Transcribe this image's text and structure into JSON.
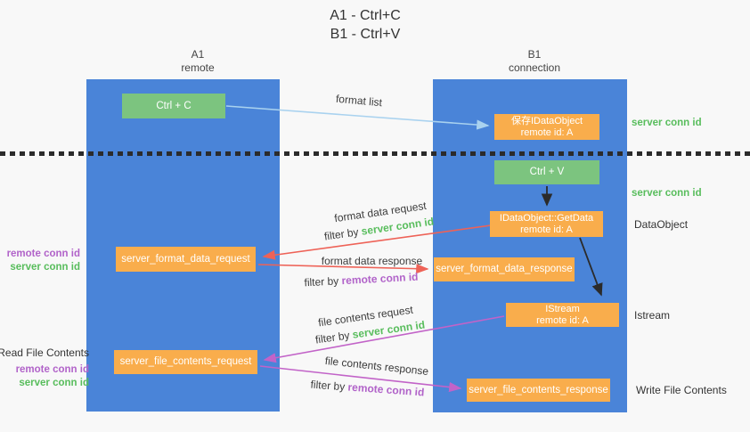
{
  "title": {
    "line1": "A1 - Ctrl+C",
    "line2": "B1 - Ctrl+V"
  },
  "lanes": {
    "a1": {
      "name": "A1",
      "subtitle": "remote"
    },
    "b1": {
      "name": "B1",
      "subtitle": "connection"
    }
  },
  "nodes": {
    "ctrl_c": {
      "label": "Ctrl + C"
    },
    "ctrl_v": {
      "label": "Ctrl + V"
    },
    "save_dataobject": {
      "line1": "保存IDataObject",
      "line2": "remote id: A"
    },
    "getdata": {
      "line1": "IDataObject::GetData",
      "line2": "remote id: A"
    },
    "istream": {
      "line1": "IStream",
      "line2": "remote id: A"
    },
    "server_format_data_request": {
      "label": "server_format_data_request"
    },
    "server_format_data_response": {
      "label": "server_format_data_response"
    },
    "server_file_contents_request": {
      "label": "server_file_contents_request"
    },
    "server_file_contents_response": {
      "label": "server_file_contents_response"
    }
  },
  "flow_labels": {
    "format_list": "format list",
    "format_data_request": "format data request",
    "format_data_response": "format data response",
    "file_contents_request": "file contents request",
    "file_contents_response": "file contents response",
    "filter_by": "filter by ",
    "server_conn_id": "server conn id",
    "remote_conn_id": "remote conn id"
  },
  "left_labels": {
    "remote_conn_id": "remote conn id",
    "server_conn_id": "server conn id",
    "read_file_contents": "Read File Contents",
    "remote_conn_id2": "remote conn id",
    "server_conn_id2": "server conn id"
  },
  "right_labels": {
    "server_conn_id_top": "server conn id",
    "server_conn_id_mid": "server conn id",
    "dataobject": "DataObject",
    "istream": "Istream",
    "write_file_contents": "Write File Contents"
  },
  "colors": {
    "lane_blue": "#4a84d8",
    "box_green": "#7cc47f",
    "box_orange": "#f9ad4c",
    "arrow_blue": "#a9d2ef",
    "arrow_red": "#ee6257",
    "arrow_magenta": "#c263c8",
    "arrow_black": "#2b2b2b",
    "text_green": "#58bd5c",
    "text_purple": "#b163c9",
    "background": "#f8f8f8"
  }
}
